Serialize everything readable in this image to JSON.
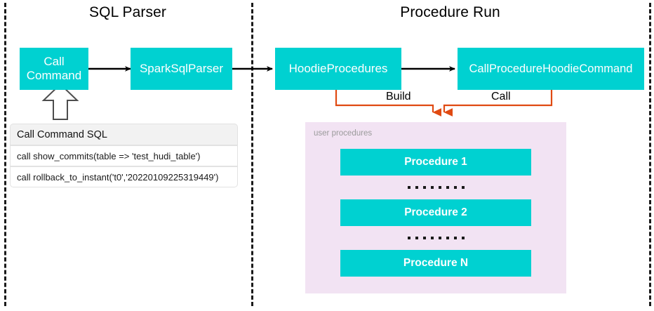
{
  "diagram": {
    "sections": [
      {
        "id": "sql-parser",
        "title": "SQL Parser"
      },
      {
        "id": "procedure-run",
        "title": "Procedure Run"
      }
    ],
    "nodes": {
      "call_command": "Call\nCommand",
      "call_command_line1": "Call",
      "call_command_line2": "Command",
      "spark_sql_parser": "SparkSqlParser",
      "hoodie_procedures": "HoodieProcedures",
      "call_procedure_hoodie_command": "CallProcedureHoodieCommand"
    },
    "connector_labels": {
      "build": "Build",
      "call": "Call"
    },
    "sql_panel": {
      "header": "Call Command SQL",
      "statements": [
        "call show_commits(table => 'test_hudi_table')",
        "call rollback_to_instant('t0','20220109225319449')"
      ]
    },
    "user_panel": {
      "label": "user procedures",
      "procedures": [
        "Procedure 1",
        "Procedure 2",
        "Procedure N"
      ],
      "ellipsis_dot_count": 8
    },
    "colors": {
      "box_teal": "#00d1d1",
      "connector_orange": "#e04a12",
      "panel_purple": "#f2e3f3",
      "divider_black": "#1a1a1a",
      "text_white": "#ffffff"
    }
  }
}
